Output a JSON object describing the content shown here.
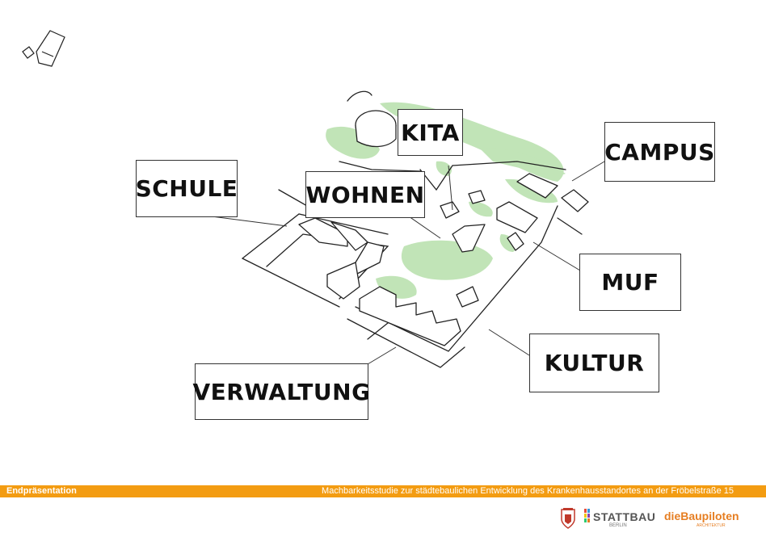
{
  "labels": {
    "kita": "KITA",
    "campus": "CAMPUS",
    "schule": "SCHULE",
    "wohnen": "WOHNEN",
    "muf": "MUF",
    "kultur": "KULTUR",
    "verwaltung": "VERWALTUNG"
  },
  "footer": {
    "left": "Endpräsentation",
    "right": "Machbarkeitsstudie zur städtebaulichen Entwicklung des Krankenhausstandortes an der Fröbelstraße 15"
  },
  "logos": {
    "stattbau": "STATTBAU",
    "stattbau_sub": "BERLIN",
    "baupiloten": "dieBaupiloten",
    "baupiloten_sub": "ARCHITEKTUR"
  },
  "colors": {
    "footer_bar": "#f39c12",
    "greenery": "#8fce7d",
    "baupiloten": "#e67e22"
  }
}
